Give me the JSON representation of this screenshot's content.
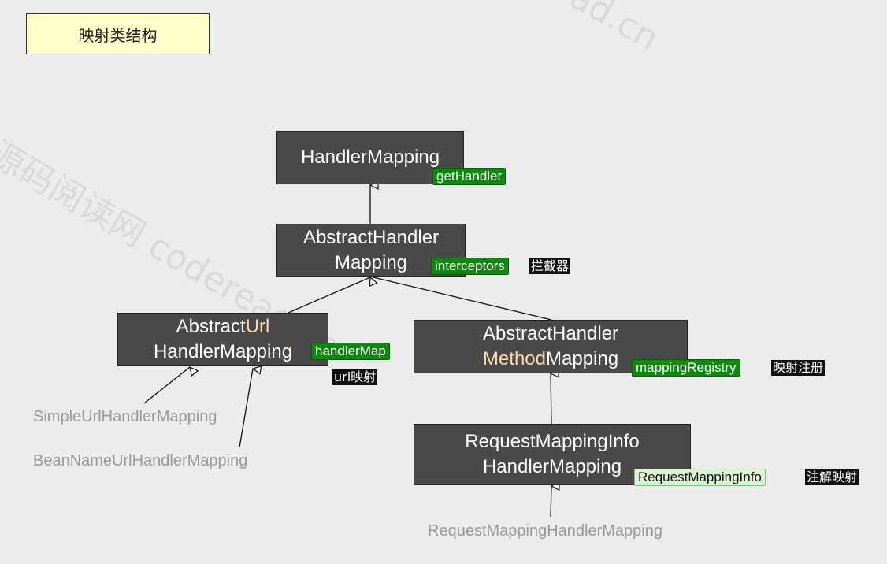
{
  "title": "映射类结构",
  "classes": {
    "handler_mapping": {
      "line1": "HandlerMapping"
    },
    "abstract_handler_mapping": {
      "line1": "AbstractHandler",
      "line2": "Mapping"
    },
    "abstract_url": {
      "line1_pre": "Abstract",
      "line1_hl": "Url",
      "line2": "HandlerMapping"
    },
    "abstract_method": {
      "line1": "AbstractHandler",
      "line2_hl": "Method",
      "line2_post": "Mapping"
    },
    "request_mapping_info": {
      "line1": "RequestMappingInfo",
      "line2": "HandlerMapping"
    }
  },
  "tags": {
    "get_handler": "getHandler",
    "interceptors": "interceptors",
    "handler_map": "handlerMap",
    "mapping_registry": "mappingRegistry",
    "request_mapping_info": "RequestMappingInfo"
  },
  "notes": {
    "interceptors": "拦截器",
    "url_map": "url映射",
    "mapping_registry": "映射注册",
    "annotation_map": "注解映射"
  },
  "subclasses": {
    "simple_url": "SimpleUrlHandlerMapping",
    "bean_name_url": "BeanNameUrlHandlerMapping",
    "request_mapping": "RequestMappingHandlerMapping"
  },
  "watermark": {
    "text1": "源码阅读网 coderead.cn",
    "text2": "ad.cn"
  }
}
